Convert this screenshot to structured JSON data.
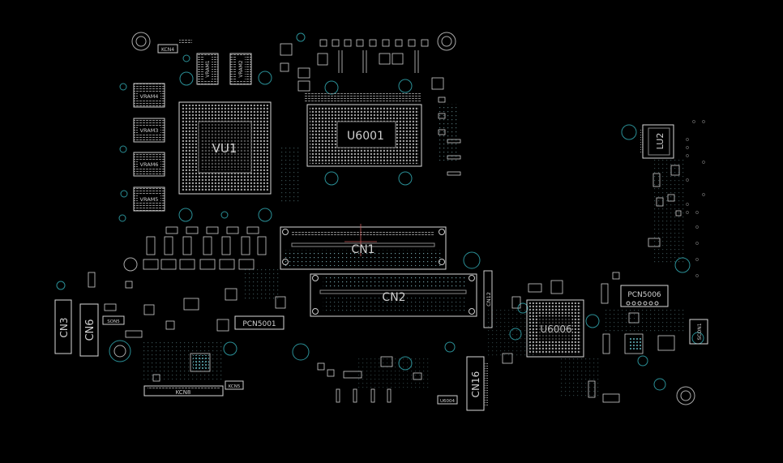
{
  "view": {
    "background": "#000000",
    "outline_color": "#d8d8d8",
    "accent_color": "#2a8f96",
    "pad_color": "#5fb0b8"
  },
  "labels": {
    "vu1": "VU1",
    "u6001": "U6001",
    "u6006": "U6006",
    "cn1": "CN1",
    "cn2": "CN2",
    "cn3": "CN3",
    "cn6": "CN6",
    "cn12": "CN12",
    "cn16": "CN16",
    "lu2": "LU2",
    "pcn5001": "PCN5001",
    "pcn5006": "PCN5006",
    "kcn8": "KCN8",
    "kcn4": "KCN4",
    "kcn5": "KCN5",
    "vram1": "VRAM1",
    "vram2": "VRAM2",
    "vram3": "VRAM3",
    "vram4": "VRAM4",
    "vram5": "VRAM5",
    "vram6": "VRAM6",
    "son5": "SON5",
    "scon1": "SCON1",
    "u6004": "U6004"
  }
}
